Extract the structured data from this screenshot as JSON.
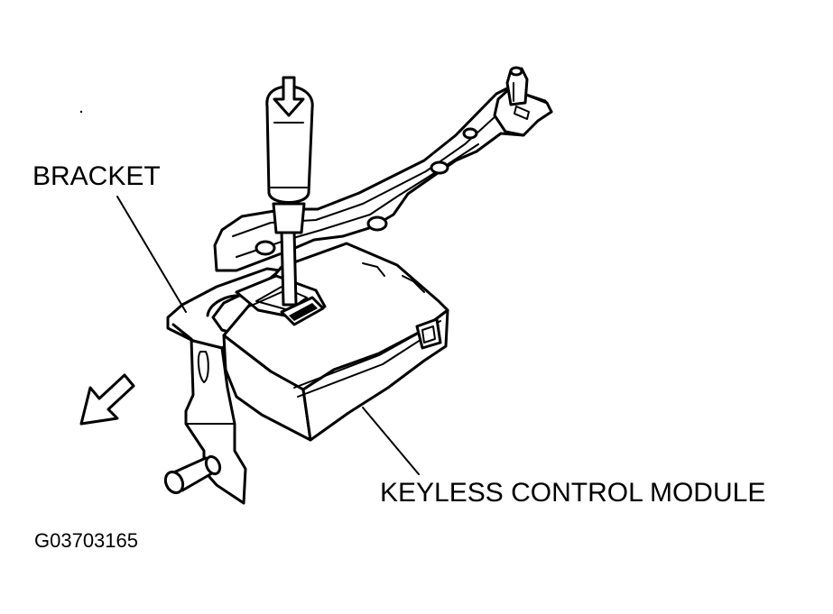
{
  "labels": {
    "bracket": "BRACKET",
    "module": "KEYLESS CONTROL MODULE",
    "figure_id": "G03703165"
  },
  "colors": {
    "ink": "#000000",
    "paper": "#ffffff"
  }
}
